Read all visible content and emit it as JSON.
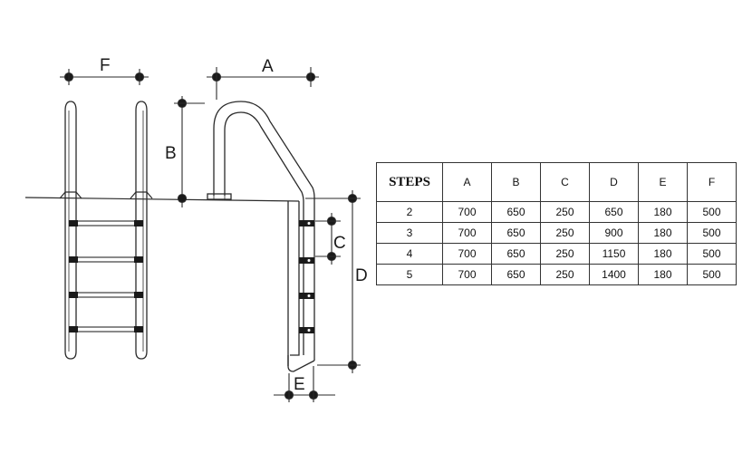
{
  "dimension_labels": {
    "a": "A",
    "b": "B",
    "c": "C",
    "d": "D",
    "e": "E",
    "f": "F"
  },
  "table": {
    "headers": [
      "STEPS",
      "A",
      "B",
      "C",
      "D",
      "E",
      "F"
    ],
    "rows": [
      [
        "2",
        "700",
        "650",
        "250",
        "650",
        "180",
        "500"
      ],
      [
        "3",
        "700",
        "650",
        "250",
        "900",
        "180",
        "500"
      ],
      [
        "4",
        "700",
        "650",
        "250",
        "1150",
        "180",
        "500"
      ],
      [
        "5",
        "700",
        "650",
        "250",
        "1400",
        "180",
        "500"
      ]
    ]
  },
  "colors": {
    "line": "#2a2a2a",
    "step": "#1a1a1a"
  }
}
